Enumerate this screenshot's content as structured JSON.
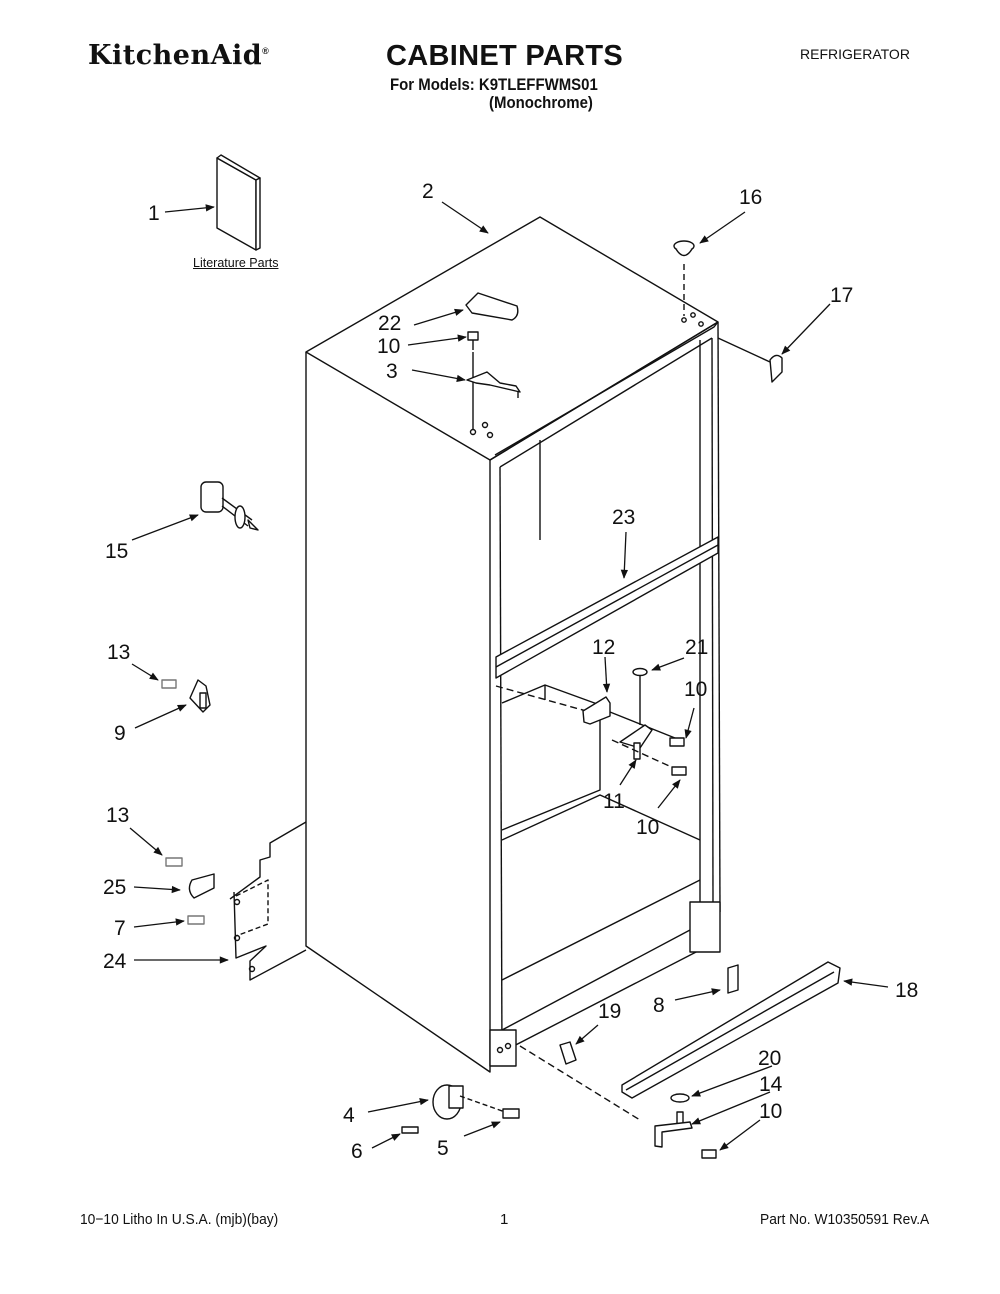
{
  "header": {
    "brand": "KitchenAid",
    "brand_mark": "®",
    "title": "CABINET PARTS",
    "models_line": "For Models: K9TLEFFWMS01",
    "variant_line": "(Monochrome)",
    "category": "REFRIGERATOR"
  },
  "diagram": {
    "literature_label": "Literature Parts",
    "callouts": [
      {
        "id": "c1",
        "text": "1",
        "part": "literature"
      },
      {
        "id": "c2",
        "text": "2",
        "part": "cabinet"
      },
      {
        "id": "c3",
        "text": "3",
        "part": "top-hinge"
      },
      {
        "id": "c4",
        "text": "4",
        "part": "leveling-leg"
      },
      {
        "id": "c5",
        "text": "5",
        "part": "screw"
      },
      {
        "id": "c6",
        "text": "6",
        "part": "pin"
      },
      {
        "id": "c7",
        "text": "7",
        "part": "screw"
      },
      {
        "id": "c8",
        "text": "8",
        "part": "clip"
      },
      {
        "id": "c9",
        "text": "9",
        "part": "clip"
      },
      {
        "id": "c10a",
        "text": "10",
        "part": "screw-top"
      },
      {
        "id": "c10b",
        "text": "10",
        "part": "screw-center-upper"
      },
      {
        "id": "c10c",
        "text": "10",
        "part": "screw-center-lower"
      },
      {
        "id": "c10d",
        "text": "10",
        "part": "screw-bottom"
      },
      {
        "id": "c11",
        "text": "11",
        "part": "center-hinge"
      },
      {
        "id": "c12",
        "text": "12",
        "part": "bracket"
      },
      {
        "id": "c13a",
        "text": "13",
        "part": "screw"
      },
      {
        "id": "c13b",
        "text": "13",
        "part": "screw"
      },
      {
        "id": "c14",
        "text": "14",
        "part": "bottom-hinge"
      },
      {
        "id": "c15",
        "text": "15",
        "part": "door-stop"
      },
      {
        "id": "c16",
        "text": "16",
        "part": "plug-button"
      },
      {
        "id": "c17",
        "text": "17",
        "part": "cover"
      },
      {
        "id": "c18",
        "text": "18",
        "part": "toe-grille"
      },
      {
        "id": "c19",
        "text": "19",
        "part": "clip"
      },
      {
        "id": "c20",
        "text": "20",
        "part": "washer"
      },
      {
        "id": "c21",
        "text": "21",
        "part": "washer"
      },
      {
        "id": "c22",
        "text": "22",
        "part": "hinge-cover"
      },
      {
        "id": "c23",
        "text": "23",
        "part": "divider-trim"
      },
      {
        "id": "c24",
        "text": "24",
        "part": "bracket"
      },
      {
        "id": "c25",
        "text": "25",
        "part": "clamp"
      }
    ]
  },
  "footer": {
    "litho": "10−10 Litho In U.S.A. (mjb)(bay)",
    "page": "1",
    "part_no": "Part No. W10350591 Rev.A"
  }
}
